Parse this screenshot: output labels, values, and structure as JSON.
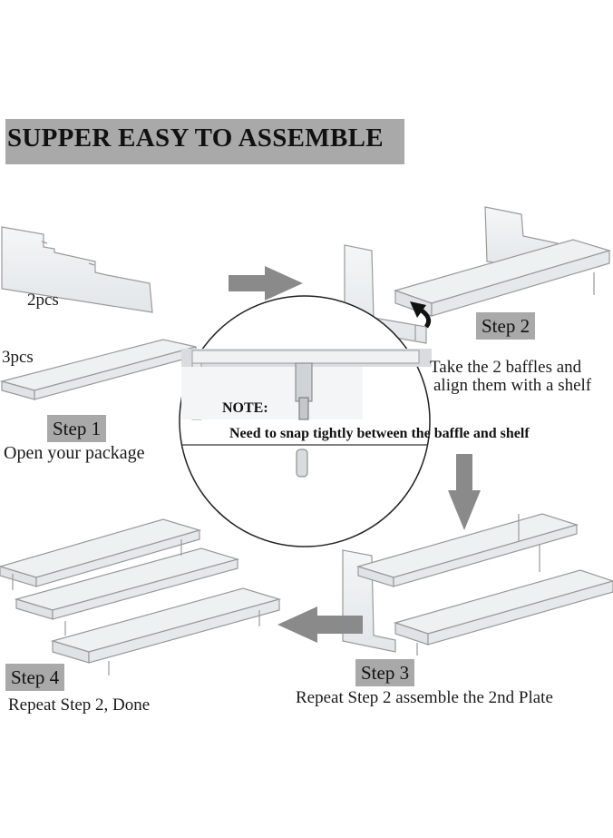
{
  "title": "SUPPER EASY TO ASSEMBLE",
  "step1": {
    "label": "Step 1",
    "description": "Open your package",
    "qty_baffles": "2pcs",
    "qty_shelves": "3pcs"
  },
  "step2": {
    "label": "Step 2",
    "description_line1": "Take the 2 baffles and",
    "description_line2": "align them with a shelf"
  },
  "step3": {
    "label": "Step 3",
    "description": "Repeat Step 2 assemble the 2nd Plate"
  },
  "step4": {
    "label": "Step 4",
    "description": "Repeat Step 2, Done"
  },
  "detail": {
    "note_label": "NOTE:",
    "note_text": "Need to snap tightly between the baffle and shelf"
  },
  "colors": {
    "label_bg": "#a9a9a9",
    "arrow": "#888888",
    "acrylic_edge": "#9a9a9a"
  }
}
